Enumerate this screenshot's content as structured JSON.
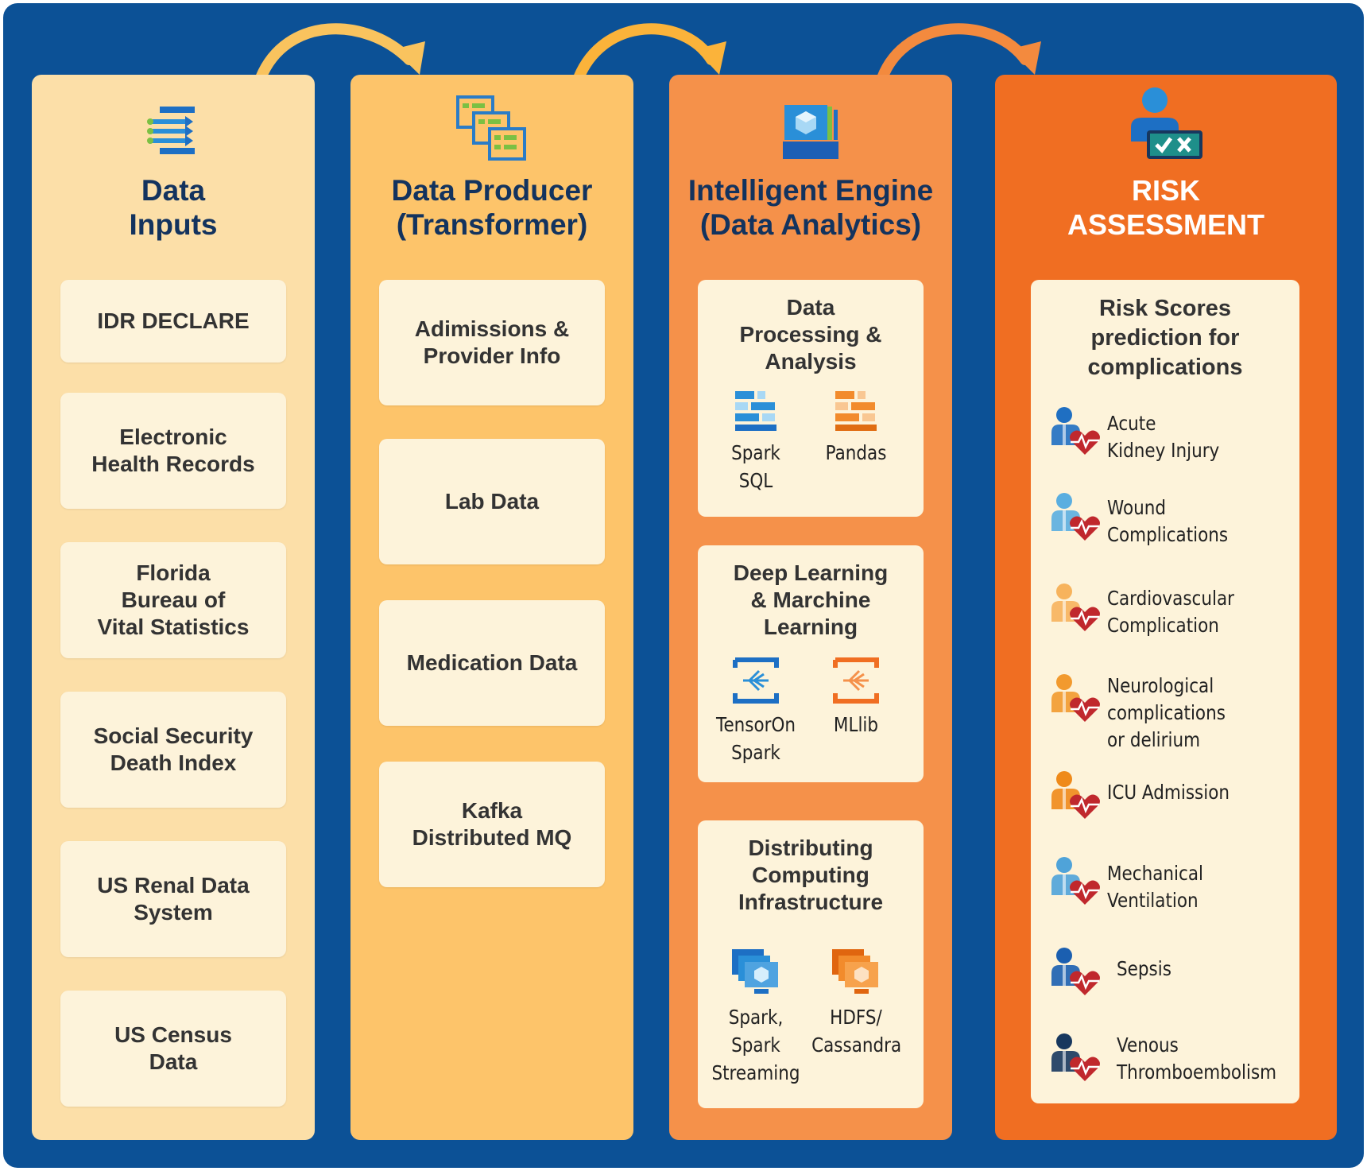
{
  "columns": {
    "inputs": {
      "title": "Data\nInputs",
      "icon": "data-inputs-icon",
      "items": [
        "IDR DECLARE",
        "Electronic\nHealth Records",
        "Florida\nBureau of\nVital Statistics",
        "Social Security\nDeath Index",
        "US Renal Data\nSystem",
        "US Census\nData"
      ]
    },
    "producer": {
      "title": "Data Producer\n(Transformer)",
      "icon": "data-producer-icon",
      "items": [
        "Adimissions &\nProvider Info",
        "Lab Data",
        "Medication Data",
        "Kafka\nDistributed MQ"
      ]
    },
    "engine": {
      "title": "Intelligent Engine\n(Data Analytics)",
      "icon": "intelligent-engine-icon",
      "panels": [
        {
          "title": "Data\nProcessing &\nAnalysis",
          "tools": [
            {
              "label": "Spark\nSQL",
              "icon": "spark-sql-icon"
            },
            {
              "label": "Pandas",
              "icon": "pandas-icon"
            }
          ]
        },
        {
          "title": "Deep Learning\n& Marchine\nLearning",
          "tools": [
            {
              "label": "TensorOn\nSpark",
              "icon": "tensoronspark-icon"
            },
            {
              "label": "MLlib",
              "icon": "mllib-icon"
            }
          ]
        },
        {
          "title": "Distributing\nComputing\nInfrastructure",
          "tools": [
            {
              "label": "Spark,\nSpark\nStreaming",
              "icon": "spark-streaming-icon"
            },
            {
              "label": "HDFS/\nCassandra",
              "icon": "hdfs-cassandra-icon"
            }
          ]
        }
      ]
    },
    "risk": {
      "title": "RISK\nASSESSMENT",
      "icon": "risk-assessment-icon",
      "panel_title": "Risk Scores\nprediction for\ncomplications",
      "items": [
        {
          "label": "Acute\nKidney Injury",
          "icon": "patient-heart-icon",
          "color": "#1f6fc2"
        },
        {
          "label": "Wound\nComplications",
          "icon": "patient-heart-icon",
          "color": "#5aaee0"
        },
        {
          "label": "Cardiovascular\nComplication",
          "icon": "patient-heart-icon",
          "color": "#f7b35c"
        },
        {
          "label": "Neurological\ncomplications\nor delirium",
          "icon": "patient-heart-icon",
          "color": "#f29a2e"
        },
        {
          "label": "ICU Admission",
          "icon": "patient-heart-icon",
          "color": "#ef8a1a"
        },
        {
          "label": "Mechanical\nVentilation",
          "icon": "patient-heart-icon",
          "color": "#4fa3d9"
        },
        {
          "label": "Sepsis",
          "icon": "patient-heart-icon",
          "color": "#1b5fb0"
        },
        {
          "label": "Venous\nThromboembolism",
          "icon": "patient-heart-icon",
          "color": "#17375e"
        }
      ]
    }
  },
  "colors": {
    "background": "#0c5196",
    "inputs": "#fcdfa8",
    "producer": "#fdc46a",
    "engine": "#f5914a",
    "risk": "#f06e22",
    "box": "#fdf3da",
    "heart": "#c0282d"
  }
}
